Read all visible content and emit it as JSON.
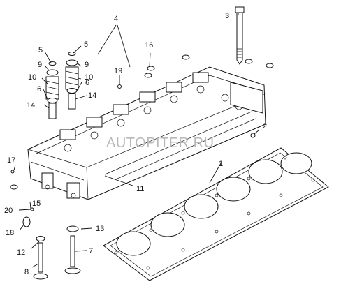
{
  "watermark": "AUTOPITER.RU",
  "callouts": {
    "c1": "1",
    "c2": "2",
    "c3": "3",
    "c4": "4",
    "c5a": "5",
    "c5b": "5",
    "c6a": "6",
    "c6b": "6",
    "c7": "7",
    "c8": "8",
    "c9a": "9",
    "c9b": "9",
    "c10a": "10",
    "c10b": "10",
    "c11": "11",
    "c12": "12",
    "c13": "13",
    "c14a": "14",
    "c14b": "14",
    "c15": "15",
    "c16": "16",
    "c17": "17",
    "c18": "18",
    "c19": "19",
    "c20": "20"
  },
  "colors": {
    "ink": "#111111",
    "watermark": "#b8b8b8",
    "background": "#ffffff"
  }
}
